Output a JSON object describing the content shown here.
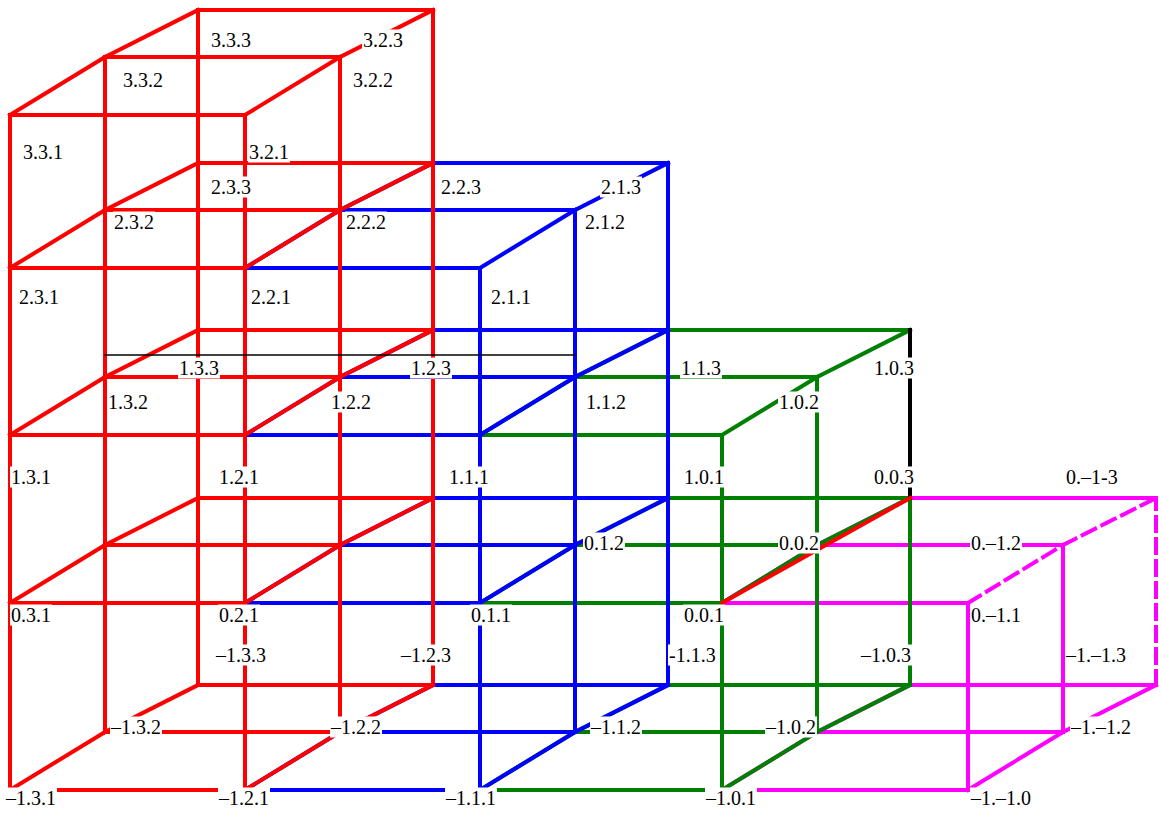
{
  "diagram": {
    "labels": [
      "3.3.3",
      "3.2.3",
      "3.3.2",
      "3.2.2",
      "3.3.1",
      "3.2.1",
      "2.3.3",
      "2.2.3",
      "2.1.3",
      "2.3.2",
      "2.2.2",
      "2.1.2",
      "2.3.1",
      "2.2.1",
      "2.1.1",
      "1.3.3",
      "1.2.3",
      "1.1.3",
      "1.0.3",
      "1.3.2",
      "1.2.2",
      "1.1.2",
      "1.0.2",
      "1.3.1",
      "1.2.1",
      "1.1.1",
      "1.0.1",
      "0.0.3",
      "0.–1-3",
      "0.1.2",
      "0.0.2",
      "0.–1.2",
      "0.3.1",
      "0.2.1",
      "0.1.1",
      "0.0.1",
      "0.–1.1",
      "–1.3.3",
      "–1.2.3",
      "-1.1.3",
      "–1.0.3",
      "–1.–1.3",
      "–1.3.2",
      "–1.2.2",
      "–1.1.2",
      "–1.0.2",
      "–1.–1.2",
      "–1.3.1",
      "–1.2.1",
      "–1.1.1",
      "–1.0.1",
      "–1.–1.0"
    ]
  }
}
